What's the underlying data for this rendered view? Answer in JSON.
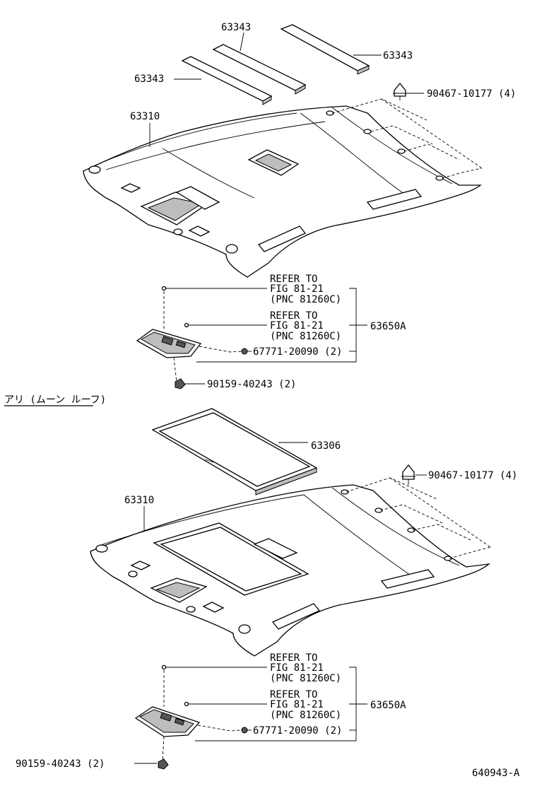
{
  "upper": {
    "pad_labels": [
      "63343",
      "63343",
      "63343"
    ],
    "headliner_label": "63310",
    "clip_label": "90467-10177 (4)",
    "refer_1": [
      "REFER TO",
      "FIG 81-21",
      "(PNC 81260C)"
    ],
    "refer_2": [
      "REFER TO",
      "FIG 81-21",
      "(PNC 81260C)"
    ],
    "lamp_label": "63650A",
    "nut_label": "67771-20090 (2)",
    "screw_label": "90159-40243 (2)"
  },
  "section_heading": "アリ (ムーン ルーフ)",
  "lower": {
    "panel_label": "63306",
    "clip_label": "90467-10177 (4)",
    "headliner_label": "63310",
    "refer_1": [
      "REFER TO",
      "FIG 81-21",
      "(PNC 81260C)"
    ],
    "refer_2": [
      "REFER TO",
      "FIG 81-21",
      "(PNC 81260C)"
    ],
    "lamp_label": "63650A",
    "nut_label": "67771-20090 (2)",
    "screw_label": "90159-40243 (2)"
  },
  "figure_code": "640943-A"
}
